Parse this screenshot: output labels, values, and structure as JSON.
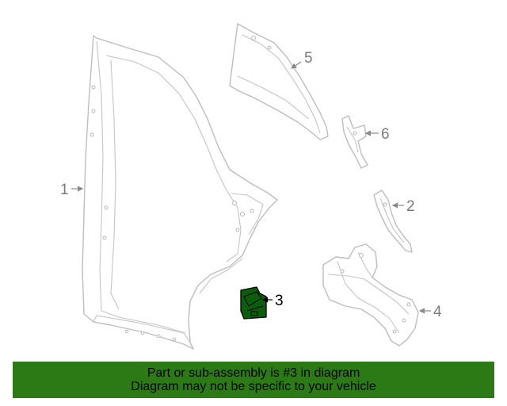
{
  "callouts": [
    {
      "num": "1"
    },
    {
      "num": "2"
    },
    {
      "num": "3"
    },
    {
      "num": "4"
    },
    {
      "num": "5"
    },
    {
      "num": "6"
    }
  ],
  "highlighted_part": "3",
  "banner": {
    "line1": "Part or sub-assembly is #3 in diagram",
    "line2": "Diagram may not be specific to your vehicle"
  },
  "colors": {
    "highlight": "#0b5e0b",
    "banner": "#2c7a16",
    "parts_outline": "#bdbdbd"
  }
}
